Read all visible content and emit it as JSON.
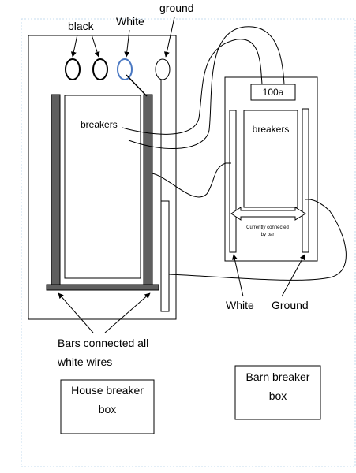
{
  "diagram": {
    "labels": {
      "black": "black",
      "white_top": "White",
      "ground_top": "ground",
      "house_breakers": "breakers",
      "bars_connected_line1": "Bars connected all",
      "bars_connected_line2": "white wires",
      "house_box_line1": "House breaker",
      "house_box_line2": "box",
      "main_breaker": "100a",
      "barn_breakers": "breakers",
      "currently_connected_line1": "Currently connected",
      "currently_connected_line2": "by bar",
      "white_bottom": "White",
      "ground_bottom": "Ground",
      "barn_box_line1": "Barn breaker",
      "barn_box_line2": "box"
    },
    "colors": {
      "line": "#000000",
      "bar_fill": "#5f5f5f",
      "white_wire_ring": "#4a78c2",
      "page_border": "#c7dcef"
    }
  }
}
